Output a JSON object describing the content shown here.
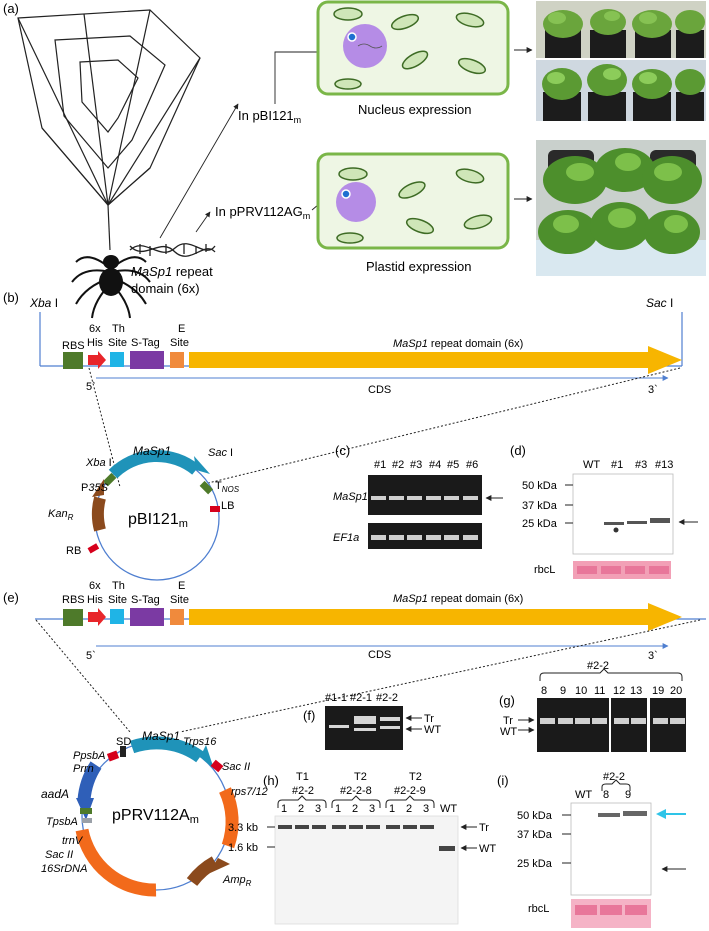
{
  "colors": {
    "arrow_yellow": "#f7b500",
    "rbs_green": "#4e7a2a",
    "his_red": "#e8252a",
    "th_blue": "#1fb4e6",
    "stag_purple": "#7b3aa3",
    "esite_orange": "#f08a3c",
    "cds_blue": "#4f7fd0",
    "masp_teal": "#1f93b9",
    "kan_brown": "#8b4a1d",
    "aada_blue": "#2f5fb8",
    "rps_orange": "#f26a1b",
    "cell_green": "#7ab648",
    "cell_fill": "#eef6e4",
    "nucleus": "#b58ce6",
    "cyan_arrow": "#2ec4e8"
  },
  "panel_a": {
    "label": "(a)",
    "source_line1": "MaSp1",
    "source_line1_rest": " repeat",
    "source_line2": "domain (6x)",
    "vector_top": "In pBI121",
    "vector_top_sub": "m",
    "vector_bottom": "In pPRV112AG",
    "vector_bottom_sub": "m",
    "cell_top_label": "Nucleus expression",
    "cell_bottom_label": "Plastid expression"
  },
  "panel_b": {
    "label": "(b)",
    "site_left": "Xba",
    "site_left_rest": " I",
    "site_right": "Sac",
    "site_right_rest": " I",
    "rbs": "RBS",
    "his_line1": "6x",
    "his_line2": "His",
    "th_line1": "Th",
    "th_line2": "Site",
    "stag": "S-Tag",
    "e_line1": "E",
    "e_line2": "Site",
    "repeat_label_it": "MaSp1",
    "repeat_label_rest": " repeat domain (6x)",
    "five": "5`",
    "three": "3`",
    "cds": "CDS",
    "plasmid": "pBI121",
    "plasmid_sub": "m",
    "xba": "Xba",
    "xba_rest": " I",
    "masp": "MaSp1",
    "sac": "Sac",
    "sac_rest": " I",
    "p35s": "P",
    "p35s_sub": "35S",
    "tnos": "T",
    "tnos_sub": "NOS",
    "lb": "LB",
    "kan": "Kan",
    "kan_sub": "R",
    "rb": "RB"
  },
  "panel_c": {
    "label": "(c)",
    "lanes": [
      "#1",
      "#2",
      "#3",
      "#4",
      "#5",
      "#6"
    ],
    "row1": "MaSp1",
    "row2": "EF1a"
  },
  "panel_d": {
    "label": "(d)",
    "lanes": [
      "WT",
      "#1",
      "#3",
      "#13"
    ],
    "markers": [
      "50 kDa",
      "37 kDa",
      "25 kDa"
    ],
    "rbcl": "rbcL"
  },
  "panel_e": {
    "label": "(e)",
    "rbs": "RBS",
    "his_line1": "6x",
    "his_line2": "His",
    "th_line1": "Th",
    "th_line2": "Site",
    "stag": "S-Tag",
    "e_line1": "E",
    "e_line2": "Site",
    "repeat_label_it": "MaSp1",
    "repeat_label_rest": " repeat domain (6x)",
    "five": "5`",
    "three": "3`",
    "cds": "CDS",
    "plasmid": "pPRV112A",
    "plasmid_sub": "m",
    "ppsba": "PpsbA",
    "prrn": "Prrn",
    "sd": "SD",
    "masp": "MaSp1",
    "trps16": "Trps16",
    "sac2_top": "Sac II",
    "rps712": "rps7/12",
    "aada": "aadA",
    "tpsba": "TpsbA",
    "trnv": "trnV",
    "sac2_bottom": "Sac II",
    "rdna": "16SrDNA",
    "amp": "Amp",
    "amp_sub": "R"
  },
  "panel_f": {
    "label": "(f)",
    "lanes": [
      "#1-1",
      "#2-1",
      "#2-2"
    ],
    "tr": "Tr",
    "wt": "WT"
  },
  "panel_g": {
    "label": "(g)",
    "group": "#2-2",
    "lanes": [
      "8",
      "9",
      "10",
      "11",
      "12",
      "13",
      "19",
      "20"
    ],
    "tr": "Tr",
    "wt": "WT"
  },
  "panel_h": {
    "label": "(h)",
    "groups": [
      {
        "gen": "T1",
        "line": "#2-2"
      },
      {
        "gen": "T2",
        "line": "#2-2-8"
      },
      {
        "gen": "T2",
        "line": "#2-2-9"
      }
    ],
    "lane_nums": [
      "1",
      "2",
      "3"
    ],
    "wt": "WT",
    "marker_top": "3.3 kb",
    "marker_bottom": "1.6 kb",
    "tr": "Tr",
    "wt_band": "WT"
  },
  "panel_i": {
    "label": "(i)",
    "group": "#2-2",
    "lanes": [
      "WT",
      "8",
      "9"
    ],
    "markers": [
      "50 kDa",
      "37 kDa",
      "25 kDa"
    ],
    "rbcl": "rbcL"
  }
}
